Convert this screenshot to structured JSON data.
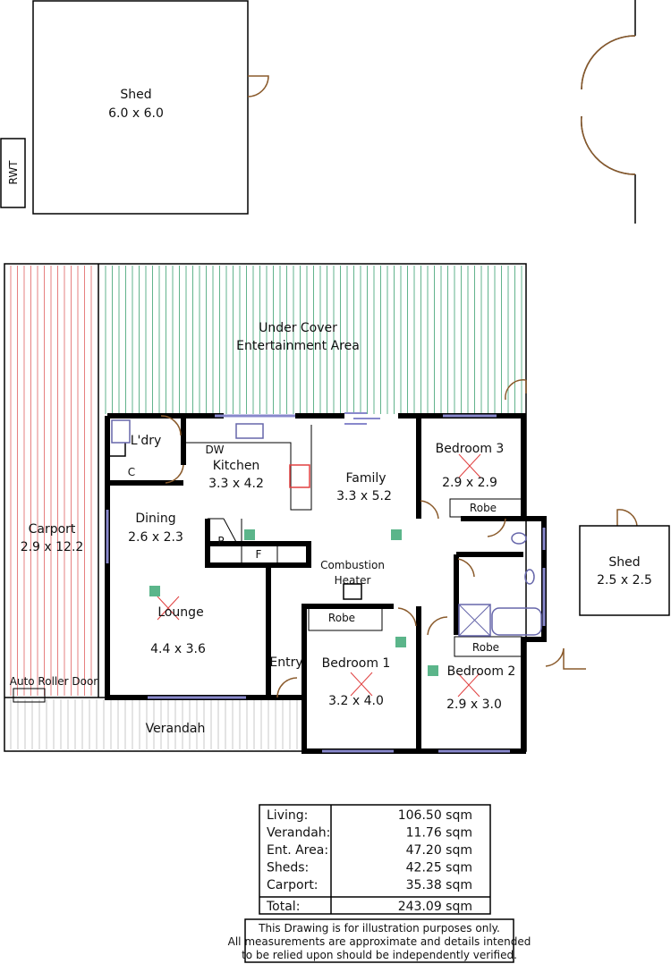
{
  "rooms": {
    "shed1": {
      "name": "Shed",
      "size": "6.0 x 6.0"
    },
    "rwt": "RWT",
    "ent_area": {
      "line1": "Under Cover",
      "line2": "Entertainment Area"
    },
    "carport": {
      "name": "Carport",
      "size": "2.9 x 12.2"
    },
    "auto_door": "Auto Roller Door",
    "verandah": "Verandah",
    "laundry": "L'dry",
    "cupboard": "C",
    "dw": "DW",
    "kitchen": {
      "name": "Kitchen",
      "size": "3.3 x 4.2"
    },
    "family": {
      "name": "Family",
      "size": "3.3 x 5.2"
    },
    "dining": {
      "name": "Dining",
      "size": "2.6 x 2.3"
    },
    "pantry": "P",
    "fridge": "F",
    "heater": {
      "line1": "Combustion",
      "line2": "Heater"
    },
    "lounge": {
      "name": "Lounge",
      "size": "4.4 x 3.6"
    },
    "entry": "Entry",
    "bed1": {
      "name": "Bedroom 1",
      "size": "3.2 x 4.0",
      "robe": "Robe"
    },
    "bed2": {
      "name": "Bedroom 2",
      "size": "2.9 x 3.0",
      "robe": "Robe"
    },
    "bed3": {
      "name": "Bedroom 3",
      "size": "2.9 x 2.9",
      "robe": "Robe"
    },
    "shed2": {
      "name": "Shed",
      "size": "2.5 x 2.5"
    }
  },
  "areas": [
    {
      "label": "Living:",
      "value": "106.50  sqm"
    },
    {
      "label": "Verandah:",
      "value": "11.76 sqm"
    },
    {
      "label": "Ent. Area:",
      "value": "47.20 sqm"
    },
    {
      "label": "Sheds:",
      "value": "42.25 sqm"
    },
    {
      "label": "Carport:",
      "value": "35.38 sqm"
    }
  ],
  "total": {
    "label": "Total:",
    "value": "243.09 sqm"
  },
  "disclaimer": [
    "This Drawing is for illustration purposes only.",
    "All measurements are approximate and details intended",
    "to be relied upon should be independently verified."
  ],
  "colors": {
    "carport_stripes": "#e06060",
    "ent_stripes": "#3aa070",
    "verandah_stripes": "#bbbbbb",
    "doors": "#8a5a2b",
    "windows": "#8888cc"
  }
}
